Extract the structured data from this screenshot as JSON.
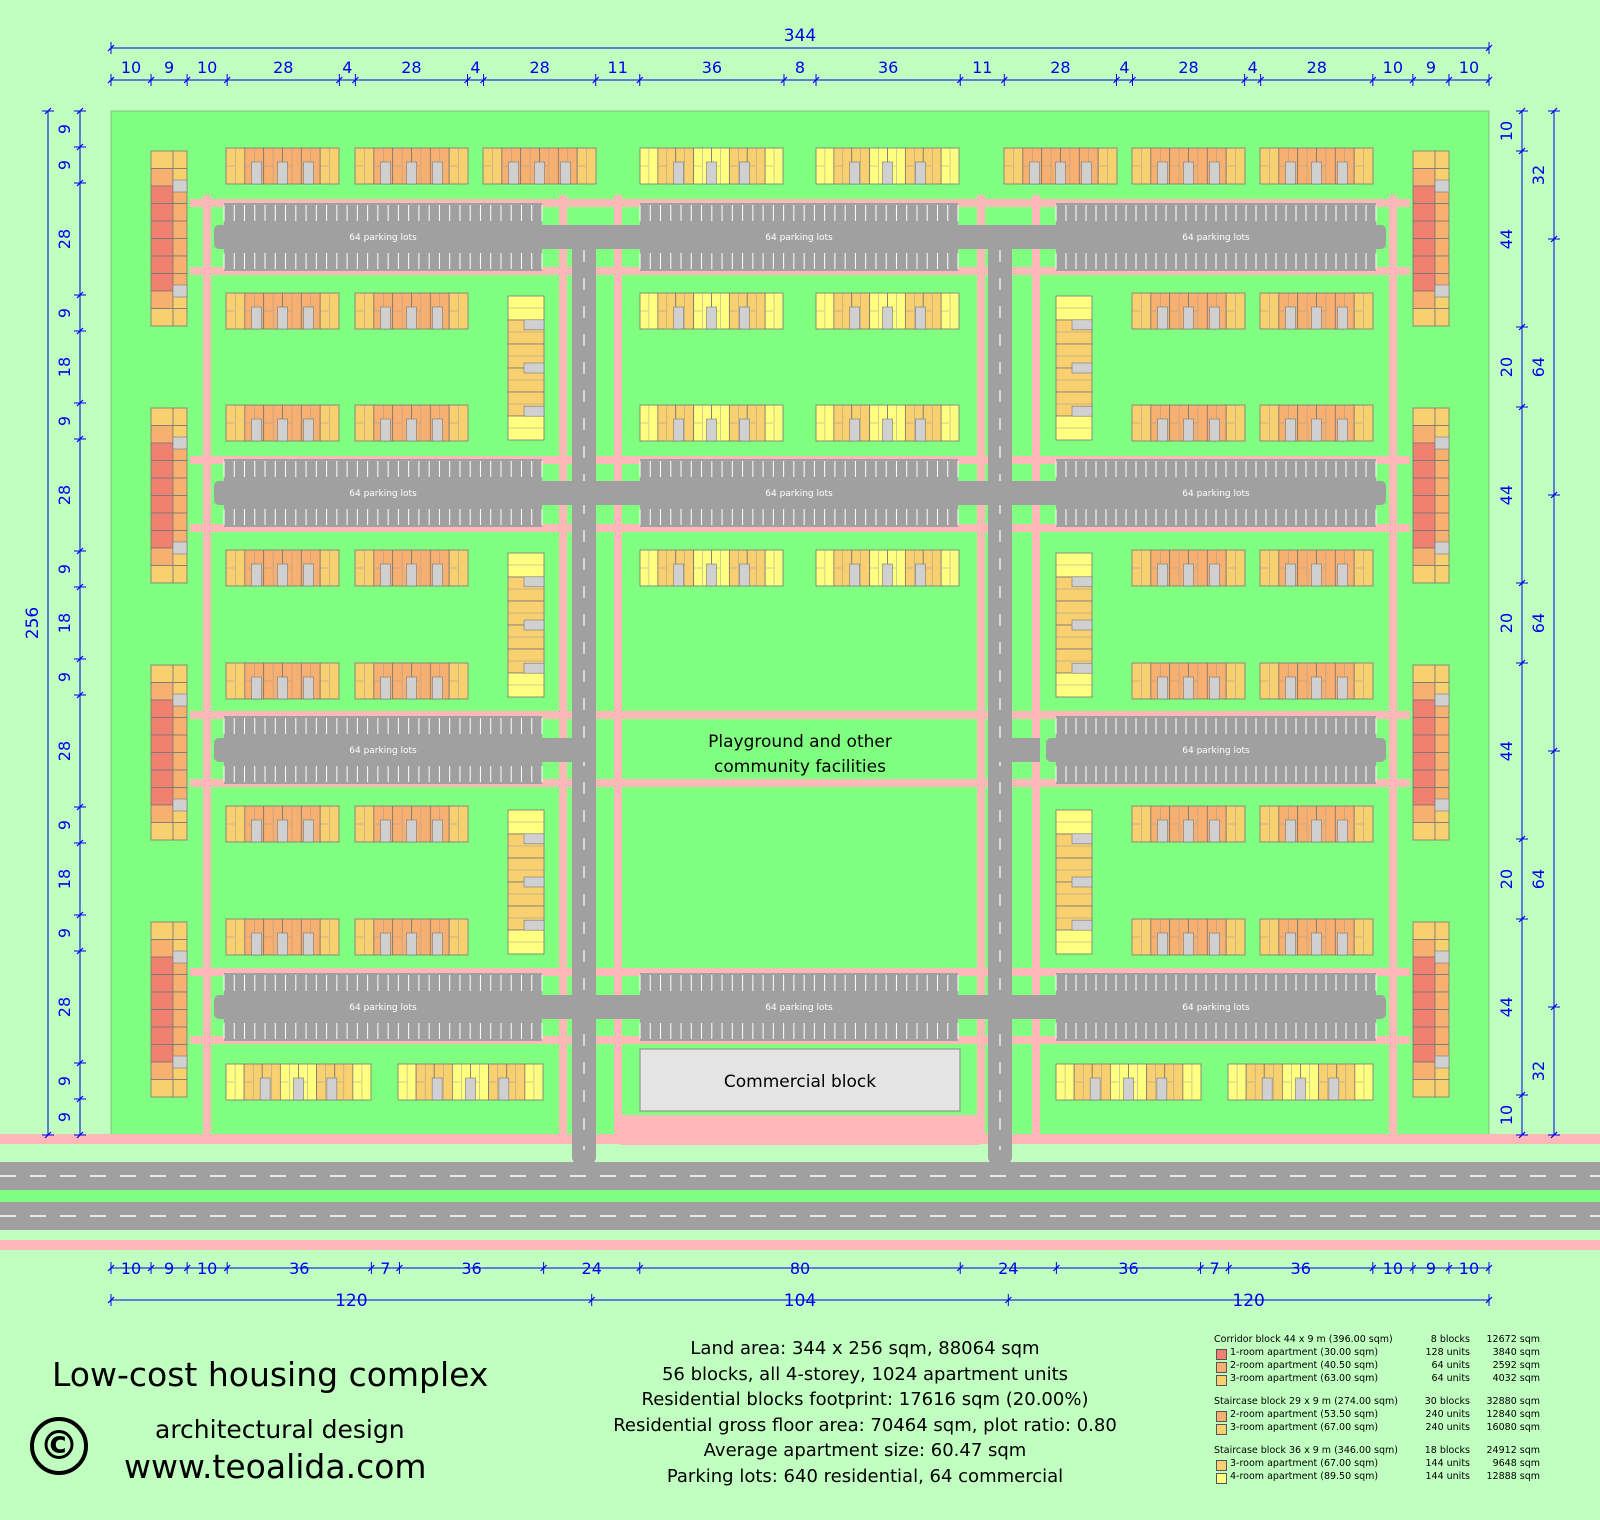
{
  "dimensions": {
    "overall_width": "344",
    "overall_height": "256",
    "top_segments": [
      "10",
      "9",
      "10",
      "28",
      "4",
      "28",
      "4",
      "28",
      "11",
      "36",
      "8",
      "36",
      "11",
      "28",
      "4",
      "28",
      "4",
      "28",
      "10",
      "9",
      "10"
    ],
    "left_segments": [
      "9",
      "9",
      "28",
      "9",
      "18",
      "9",
      "28",
      "9",
      "18",
      "9",
      "28",
      "9",
      "18",
      "9",
      "28",
      "9",
      "9"
    ],
    "right_inner": [
      "10",
      "44",
      "20",
      "44",
      "20",
      "44",
      "20",
      "44",
      "10"
    ],
    "right_outer": [
      "32",
      "64",
      "64",
      "64",
      "32"
    ],
    "bottom_segments": [
      "10",
      "9",
      "10",
      "36",
      "7",
      "36",
      "24",
      "80",
      "24",
      "36",
      "7",
      "36",
      "10",
      "9",
      "10"
    ],
    "bottom_totals": [
      "120",
      "104",
      "120"
    ]
  },
  "plan": {
    "parking_label": "64 parking lots",
    "community_label": [
      "Playground and other",
      "community facilities"
    ],
    "commercial_label": "Commercial block"
  },
  "title": {
    "main": "Low-cost housing complex",
    "sub": "architectural design",
    "url": "www.teoalida.com",
    "copyright": "©"
  },
  "stats": [
    "Land area: 344 x 256 sqm, 88064 sqm",
    "56 blocks, all 4-storey, 1024 apartment units",
    "Residential blocks footprint: 17616 sqm (20.00%)",
    "Residential gross floor area: 70464 sqm, plot ratio: 0.80",
    "Average apartment size: 60.47 sqm",
    "Parking lots: 640 residential, 64 commercial"
  ],
  "legend": [
    {
      "name": "Corridor block 44 x 9 m (396.00 sqm)",
      "count": "8 blocks",
      "area": "12672 sqm"
    },
    {
      "name": "1-room apartment (30.00 sqm)",
      "count": "128 units",
      "area": "3840 sqm",
      "color": "#f08070"
    },
    {
      "name": "2-room apartment (40.50 sqm)",
      "count": "64 units",
      "area": "2592 sqm",
      "color": "#f8b070"
    },
    {
      "name": "3-room apartment (63.00 sqm)",
      "count": "64 units",
      "area": "4032 sqm",
      "color": "#f8d070"
    },
    {
      "name": "Staircase block 29 x 9 m (274.00 sqm)",
      "count": "30 blocks",
      "area": "32880 sqm"
    },
    {
      "name": "2-room apartment (53.50 sqm)",
      "count": "240 units",
      "area": "12840 sqm",
      "color": "#f8b070"
    },
    {
      "name": "3-room apartment (67.00 sqm)",
      "count": "240 units",
      "area": "16080 sqm",
      "color": "#f8d070"
    },
    {
      "name": "Staircase block 36 x 9 m (346.00 sqm)",
      "count": "18 blocks",
      "area": "24912 sqm"
    },
    {
      "name": "3-room apartment (67.00 sqm)",
      "count": "144 units",
      "area": "9648 sqm",
      "color": "#f8d070"
    },
    {
      "name": "4-room apartment (89.50 sqm)",
      "count": "144 units",
      "area": "12888 sqm",
      "color": "#ffff80"
    }
  ],
  "colors": {
    "background": "#c0ffc0",
    "green": "#80ff80",
    "pink": "#ffb8b8",
    "road": "#a0a0a0",
    "dimension": "#0000ee",
    "apt_1room": "#f08070",
    "apt_2room": "#f8b070",
    "apt_3room": "#f8d070",
    "apt_4room": "#ffff80"
  }
}
